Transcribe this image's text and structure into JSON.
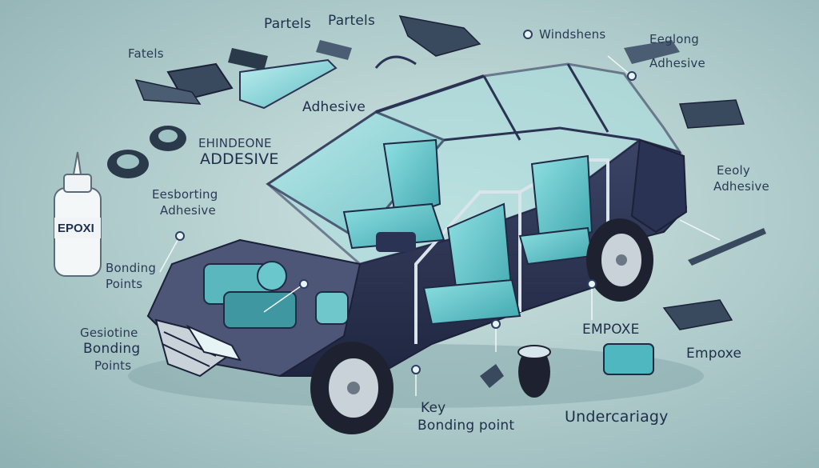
{
  "labels": {
    "fatels": "Fatels",
    "partels_1": "Partels",
    "partels_2": "Partels",
    "windshens": "Windshens",
    "eeglong": "Eeglong",
    "adhesive_top_right": "Adhesive",
    "adhesive_center": "Adhesive",
    "ehindeone": "EHINDEONE",
    "adesive": "ADDESIVE",
    "eeboting": "Eesborting",
    "eeboting_adhesive": "Adhesive",
    "bonding_points_1a": "Bonding",
    "bonding_points_1b": "Points",
    "gesioting": "Gesiotine",
    "bonding_2": "Bonding",
    "points_2": "Points",
    "epoxy_adhesive_1": "Eeoly",
    "epoxy_adhesive_2": "Adhesive",
    "empoxe_1": "EMPOXE",
    "empoxe_2": "Empoxe",
    "key": "Key",
    "bonding_point": "Bonding point",
    "undercariagy": "Undercariagy",
    "bottle_label": "EPOXI"
  },
  "colors": {
    "body_teal": "#6fc7cc",
    "frame_navy": "#2b3354",
    "seat_teal": "#4fb7bf",
    "tire": "#1e2230",
    "rim": "#c9d2d8"
  }
}
